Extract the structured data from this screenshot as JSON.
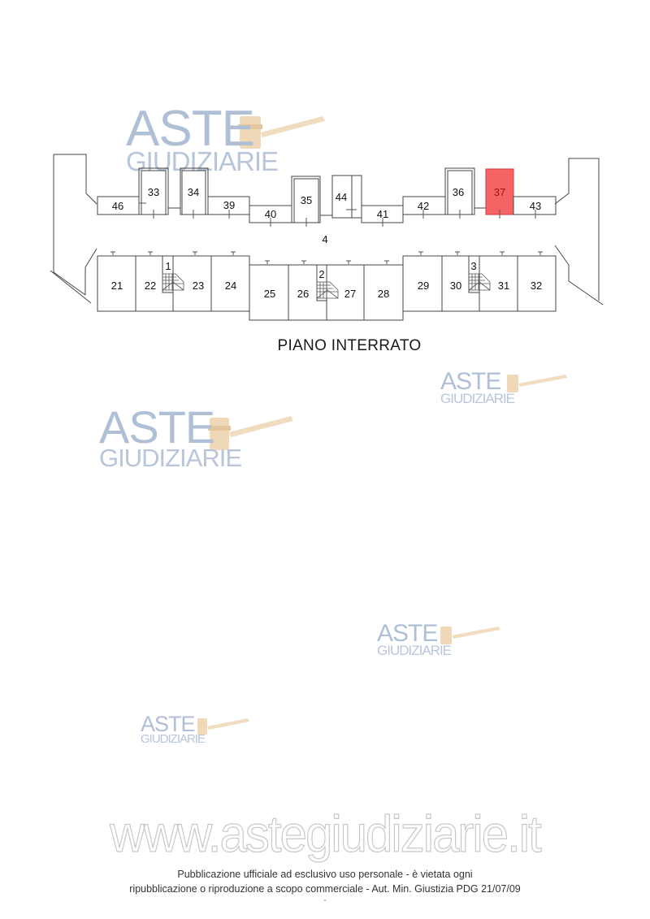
{
  "document": {
    "floor_title": "PIANO INTERRATO",
    "corridor_label": "4",
    "highlight_color": "#f25a5a",
    "highlighted_unit": "37"
  },
  "plan": {
    "top_row_units": [
      "46",
      "33",
      "34",
      "39",
      "40",
      "35",
      "44",
      "41",
      "42",
      "36",
      "37",
      "43"
    ],
    "bottom_row_units": [
      "21",
      "22",
      "23",
      "24",
      "25",
      "26",
      "27",
      "28",
      "29",
      "30",
      "31",
      "32"
    ],
    "stairs": [
      "1",
      "2",
      "3"
    ]
  },
  "watermark": {
    "brand_line1": "ASTE",
    "brand_line2": "GIUDIZIARIE",
    "url": "www.astegiudiziarie.it"
  },
  "footer": {
    "line1": "Pubblicazione ufficiale ad esclusivo uso personale - è vietata ogni",
    "line2": "ripubblicazione o riproduzione a scopo commerciale - Aut. Min. Giustizia PDG 21/07/09",
    "line3": "-"
  }
}
